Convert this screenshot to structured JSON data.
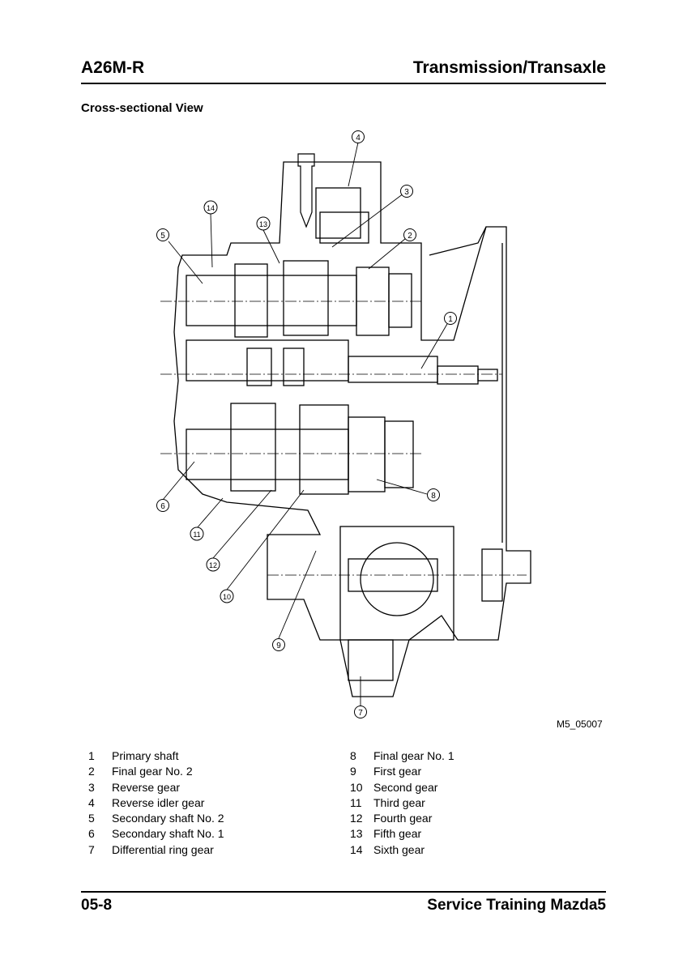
{
  "header": {
    "model": "A26M-R",
    "title": "Transmission/Transaxle"
  },
  "section_title": "Cross-sectional View",
  "figure": {
    "figure_id": "M5_05007",
    "callouts": [
      "1",
      "2",
      "3",
      "4",
      "5",
      "6",
      "7",
      "8",
      "9",
      "10",
      "11",
      "12",
      "13",
      "14"
    ]
  },
  "legend": {
    "left": [
      {
        "num": "1",
        "label": "Primary shaft"
      },
      {
        "num": "2",
        "label": "Final gear No. 2"
      },
      {
        "num": "3",
        "label": "Reverse gear"
      },
      {
        "num": "4",
        "label": "Reverse idler gear"
      },
      {
        "num": "5",
        "label": "Secondary shaft No. 2"
      },
      {
        "num": "6",
        "label": "Secondary shaft No. 1"
      },
      {
        "num": "7",
        "label": "Differential ring gear"
      }
    ],
    "right": [
      {
        "num": "8",
        "label": "Final gear No. 1"
      },
      {
        "num": "9",
        "label": "First gear"
      },
      {
        "num": "10",
        "label": "Second gear"
      },
      {
        "num": "11",
        "label": "Third gear"
      },
      {
        "num": "12",
        "label": "Fourth gear"
      },
      {
        "num": "13",
        "label": "Fifth gear"
      },
      {
        "num": "14",
        "label": "Sixth gear"
      }
    ]
  },
  "footer": {
    "page_number": "05-8",
    "publication": "Service Training Mazda5"
  }
}
